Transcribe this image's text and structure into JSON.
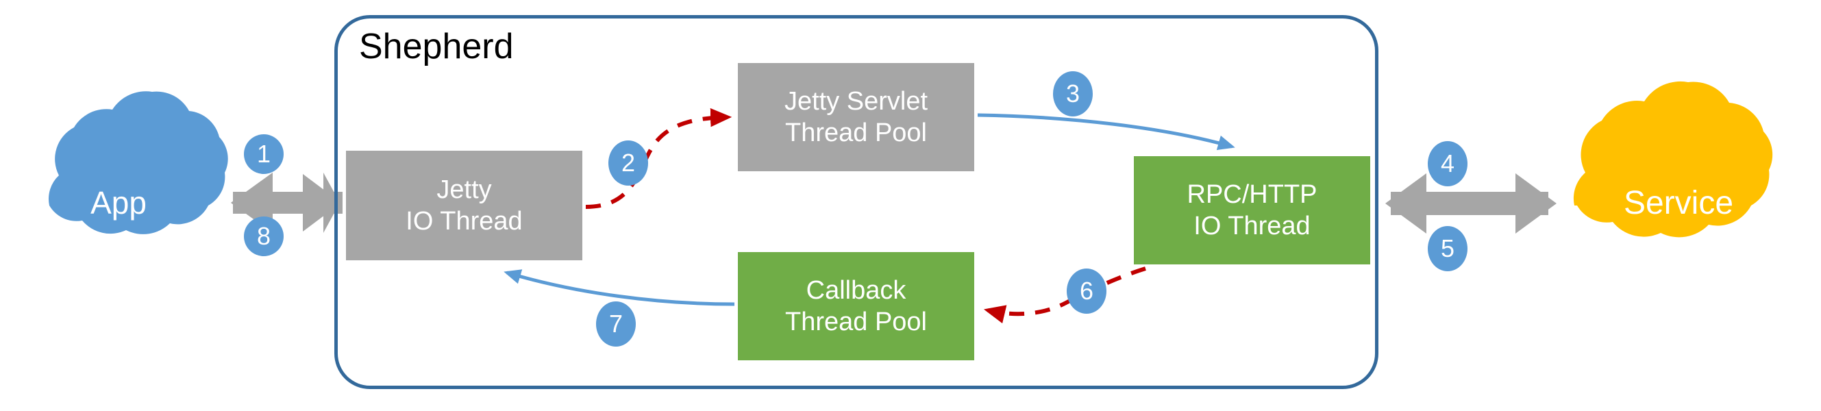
{
  "diagram": {
    "title_visible": "Shepherd",
    "container": {
      "label": "Shepherd",
      "border_color": "#33699B"
    },
    "endpoints": [
      {
        "id": "app",
        "label": "App",
        "shape": "cloud",
        "color": "#5B9BD5"
      },
      {
        "id": "service",
        "label": "Service",
        "shape": "cloud",
        "color": "#FFC000"
      }
    ],
    "nodes": [
      {
        "id": "jetty-io-thread",
        "line1": "Jetty",
        "line2": "IO Thread",
        "color": "#A6A6A6",
        "text_color": "#FFFFFF"
      },
      {
        "id": "jetty-servlet-thread-pool",
        "line1": "Jetty Servlet",
        "line2": "Thread Pool",
        "color": "#A6A6A6",
        "text_color": "#FFFFFF"
      },
      {
        "id": "rpc-http-io-thread",
        "line1": "RPC/HTTP",
        "line2": "IO Thread",
        "color": "#70AD47",
        "text_color": "#FFFFFF"
      },
      {
        "id": "callback-thread-pool",
        "line1": "Callback",
        "line2": "Thread Pool",
        "color": "#70AD47",
        "text_color": "#FFFFFF"
      }
    ],
    "badges": [
      {
        "id": "badge-1",
        "label": "1",
        "color": "#5B9BD5",
        "text_color": "#FFFFFF"
      },
      {
        "id": "badge-2",
        "label": "2",
        "color": "#5B9BD5",
        "text_color": "#FFFFFF"
      },
      {
        "id": "badge-3",
        "label": "3",
        "color": "#5B9BD5",
        "text_color": "#FFFFFF"
      },
      {
        "id": "badge-4",
        "label": "4",
        "color": "#5B9BD5",
        "text_color": "#FFFFFF"
      },
      {
        "id": "badge-5",
        "label": "5",
        "color": "#5B9BD5",
        "text_color": "#FFFFFF"
      },
      {
        "id": "badge-6",
        "label": "6",
        "color": "#5B9BD5",
        "text_color": "#FFFFFF"
      },
      {
        "id": "badge-7",
        "label": "7",
        "color": "#5B9BD5",
        "text_color": "#FFFFFF"
      },
      {
        "id": "badge-8",
        "label": "8",
        "color": "#5B9BD5",
        "text_color": "#FFFFFF"
      }
    ],
    "connectors": [
      {
        "id": "conn-1-8",
        "from": "app",
        "to": "jetty-io-thread",
        "style": "solid-block",
        "color": "#A6A6A6",
        "direction": "bidirectional",
        "badges": [
          "1",
          "8"
        ]
      },
      {
        "id": "conn-2",
        "from": "jetty-io-thread",
        "to": "jetty-servlet-thread-pool",
        "style": "dashed",
        "color": "#C00000",
        "direction": "forward",
        "badges": [
          "2"
        ]
      },
      {
        "id": "conn-3",
        "from": "jetty-servlet-thread-pool",
        "to": "rpc-http-io-thread",
        "style": "solid",
        "color": "#5B9BD5",
        "direction": "forward",
        "badges": [
          "3"
        ]
      },
      {
        "id": "conn-4-5",
        "from": "rpc-http-io-thread",
        "to": "service",
        "style": "solid-block",
        "color": "#A6A6A6",
        "direction": "bidirectional",
        "badges": [
          "4",
          "5"
        ]
      },
      {
        "id": "conn-6",
        "from": "rpc-http-io-thread",
        "to": "callback-thread-pool",
        "style": "dashed",
        "color": "#C00000",
        "direction": "forward",
        "badges": [
          "6"
        ]
      },
      {
        "id": "conn-7",
        "from": "callback-thread-pool",
        "to": "jetty-io-thread",
        "style": "solid",
        "color": "#5B9BD5",
        "direction": "forward",
        "badges": [
          "7"
        ]
      }
    ]
  }
}
